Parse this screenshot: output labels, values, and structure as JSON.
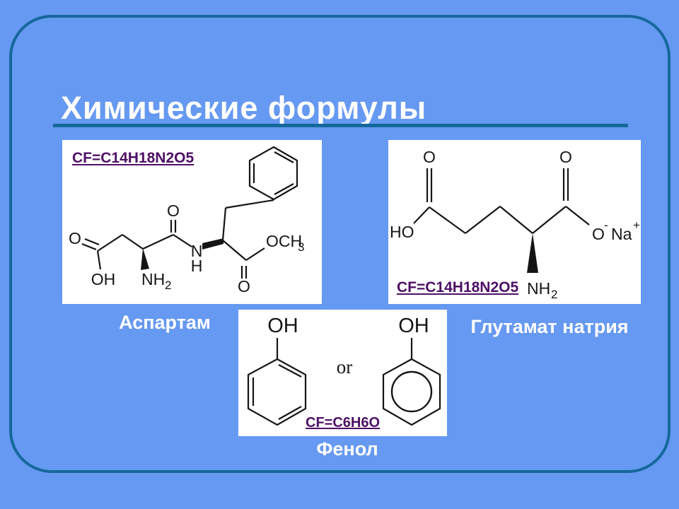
{
  "slide": {
    "title": "Химические формулы",
    "colors": {
      "background": "#6699F1",
      "border": "#15689B",
      "title_underline": "#15689B",
      "formula_text": "#4E1065",
      "caption_text": "#FFFFFF",
      "structure_lines": "#151515",
      "panel_background": "#FFFFFF"
    }
  },
  "molecules": {
    "aspartame": {
      "formula_label": "CF=C14H18N2O5",
      "caption": "Аспартам"
    },
    "glutamate": {
      "formula_label": "CF=C14H18N2O5",
      "caption": "Глутамат натрия"
    },
    "phenol": {
      "formula_label": "CF=C6H6O",
      "caption": "Фенол",
      "connector": "or"
    }
  },
  "atoms": {
    "O": "O",
    "OH": "OH",
    "HO": "HO",
    "N": "N",
    "H": "H",
    "NH": "NH",
    "OCH": "OCH",
    "Na": "Na",
    "sub2": "2",
    "sub3": "3",
    "minus": "-",
    "plus": "+"
  }
}
